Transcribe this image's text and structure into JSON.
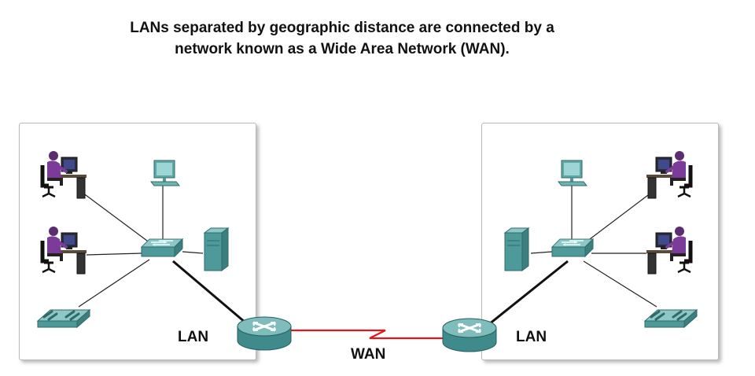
{
  "caption": {
    "line1": "LANs separated by geographic distance are connected by a",
    "line2": "network known as a Wide Area Network (WAN)."
  },
  "labels": {
    "lan_left": "LAN",
    "lan_right": "LAN",
    "wan": "WAN"
  },
  "colors": {
    "wan_link": "#e3161c",
    "device_teal": "#4e9a9a",
    "person_purple": "#7c3a99"
  }
}
